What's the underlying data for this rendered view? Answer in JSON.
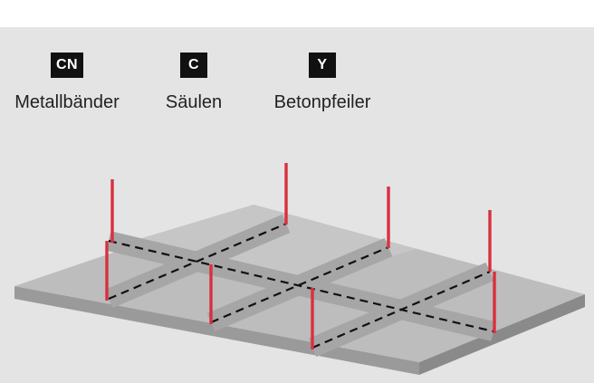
{
  "legend": [
    {
      "code": "CN",
      "label": "Metallbänder"
    },
    {
      "code": "C",
      "label": "Säulen"
    },
    {
      "code": "Y",
      "label": "Betonpfeiler"
    }
  ],
  "colors": {
    "background": "#e4e4e4",
    "slab_top": "#bdbdbd",
    "slab_panel_light": "#cfcfcf",
    "slab_edge": "#9a9a9a",
    "joint_band": "#a9a9a9",
    "joint_line": "#111111",
    "column": "#d9303f",
    "code_box": "#111111"
  }
}
